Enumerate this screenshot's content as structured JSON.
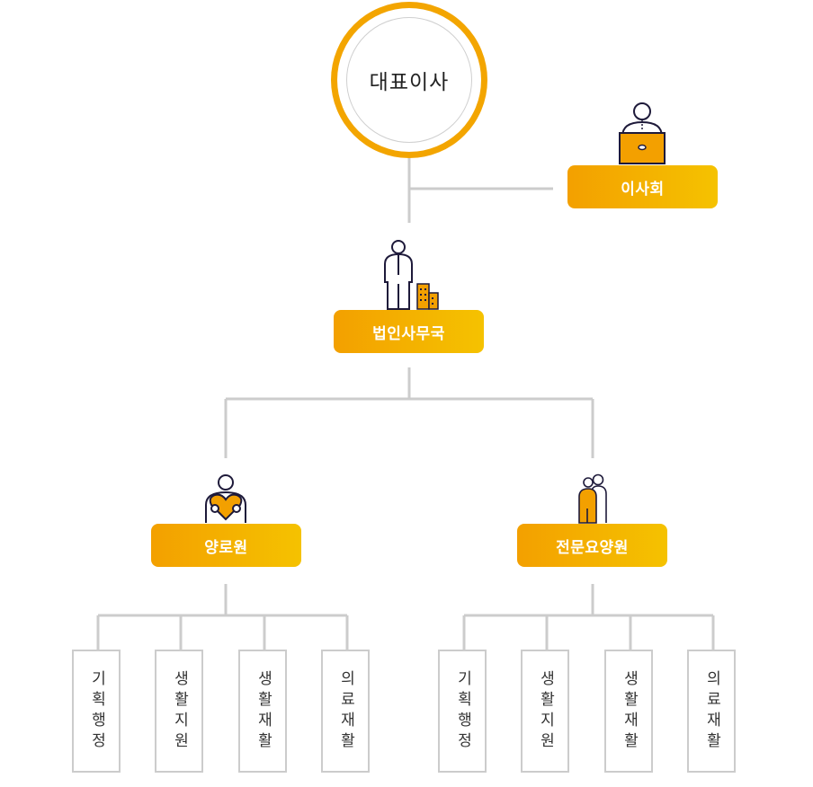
{
  "chart_data": {
    "type": "org-chart",
    "root": "대표이사",
    "board": "이사회",
    "office": "법인사무국",
    "divisions": [
      {
        "name": "양로원",
        "departments": [
          "기획행정",
          "생활지원",
          "생활재활",
          "의료재활"
        ]
      },
      {
        "name": "전문요양원",
        "departments": [
          "기획행정",
          "생활지원",
          "생활재활",
          "의료재활"
        ]
      }
    ]
  },
  "colors": {
    "accent": "#f3a500",
    "accent_light": "#f5c200",
    "line": "#cccccc",
    "icon_stroke": "#1e1a3a"
  },
  "icons": {
    "board": "person-laptop-icon",
    "office": "businessman-buildings-icon",
    "division_1": "person-heart-icon",
    "division_2": "caregiver-elder-icon"
  }
}
